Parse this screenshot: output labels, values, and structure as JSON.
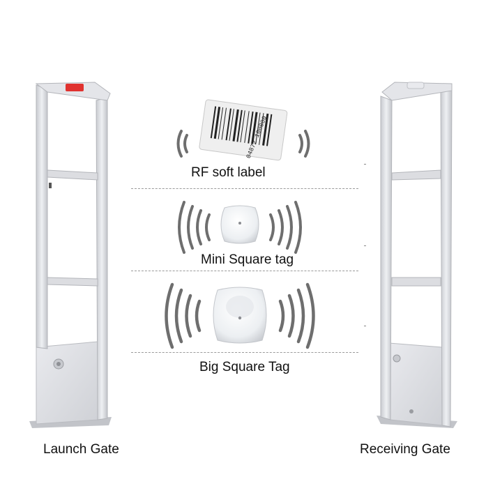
{
  "labels": {
    "rf_soft_label": "RF soft label",
    "mini_square_tag": "Mini Square tag",
    "big_square_tag": "Big  Square Tag",
    "launch_gate": "Launch Gate",
    "receiving_gate": "Receiving Gate"
  },
  "barcode_text": "04872 100000",
  "colors": {
    "gate_frame": "#dcdde1",
    "gate_shadow": "#b9bbc0",
    "alarm_light": "#e0322f",
    "wave": "#6e6e6e",
    "divider": "#9a9a9a"
  }
}
